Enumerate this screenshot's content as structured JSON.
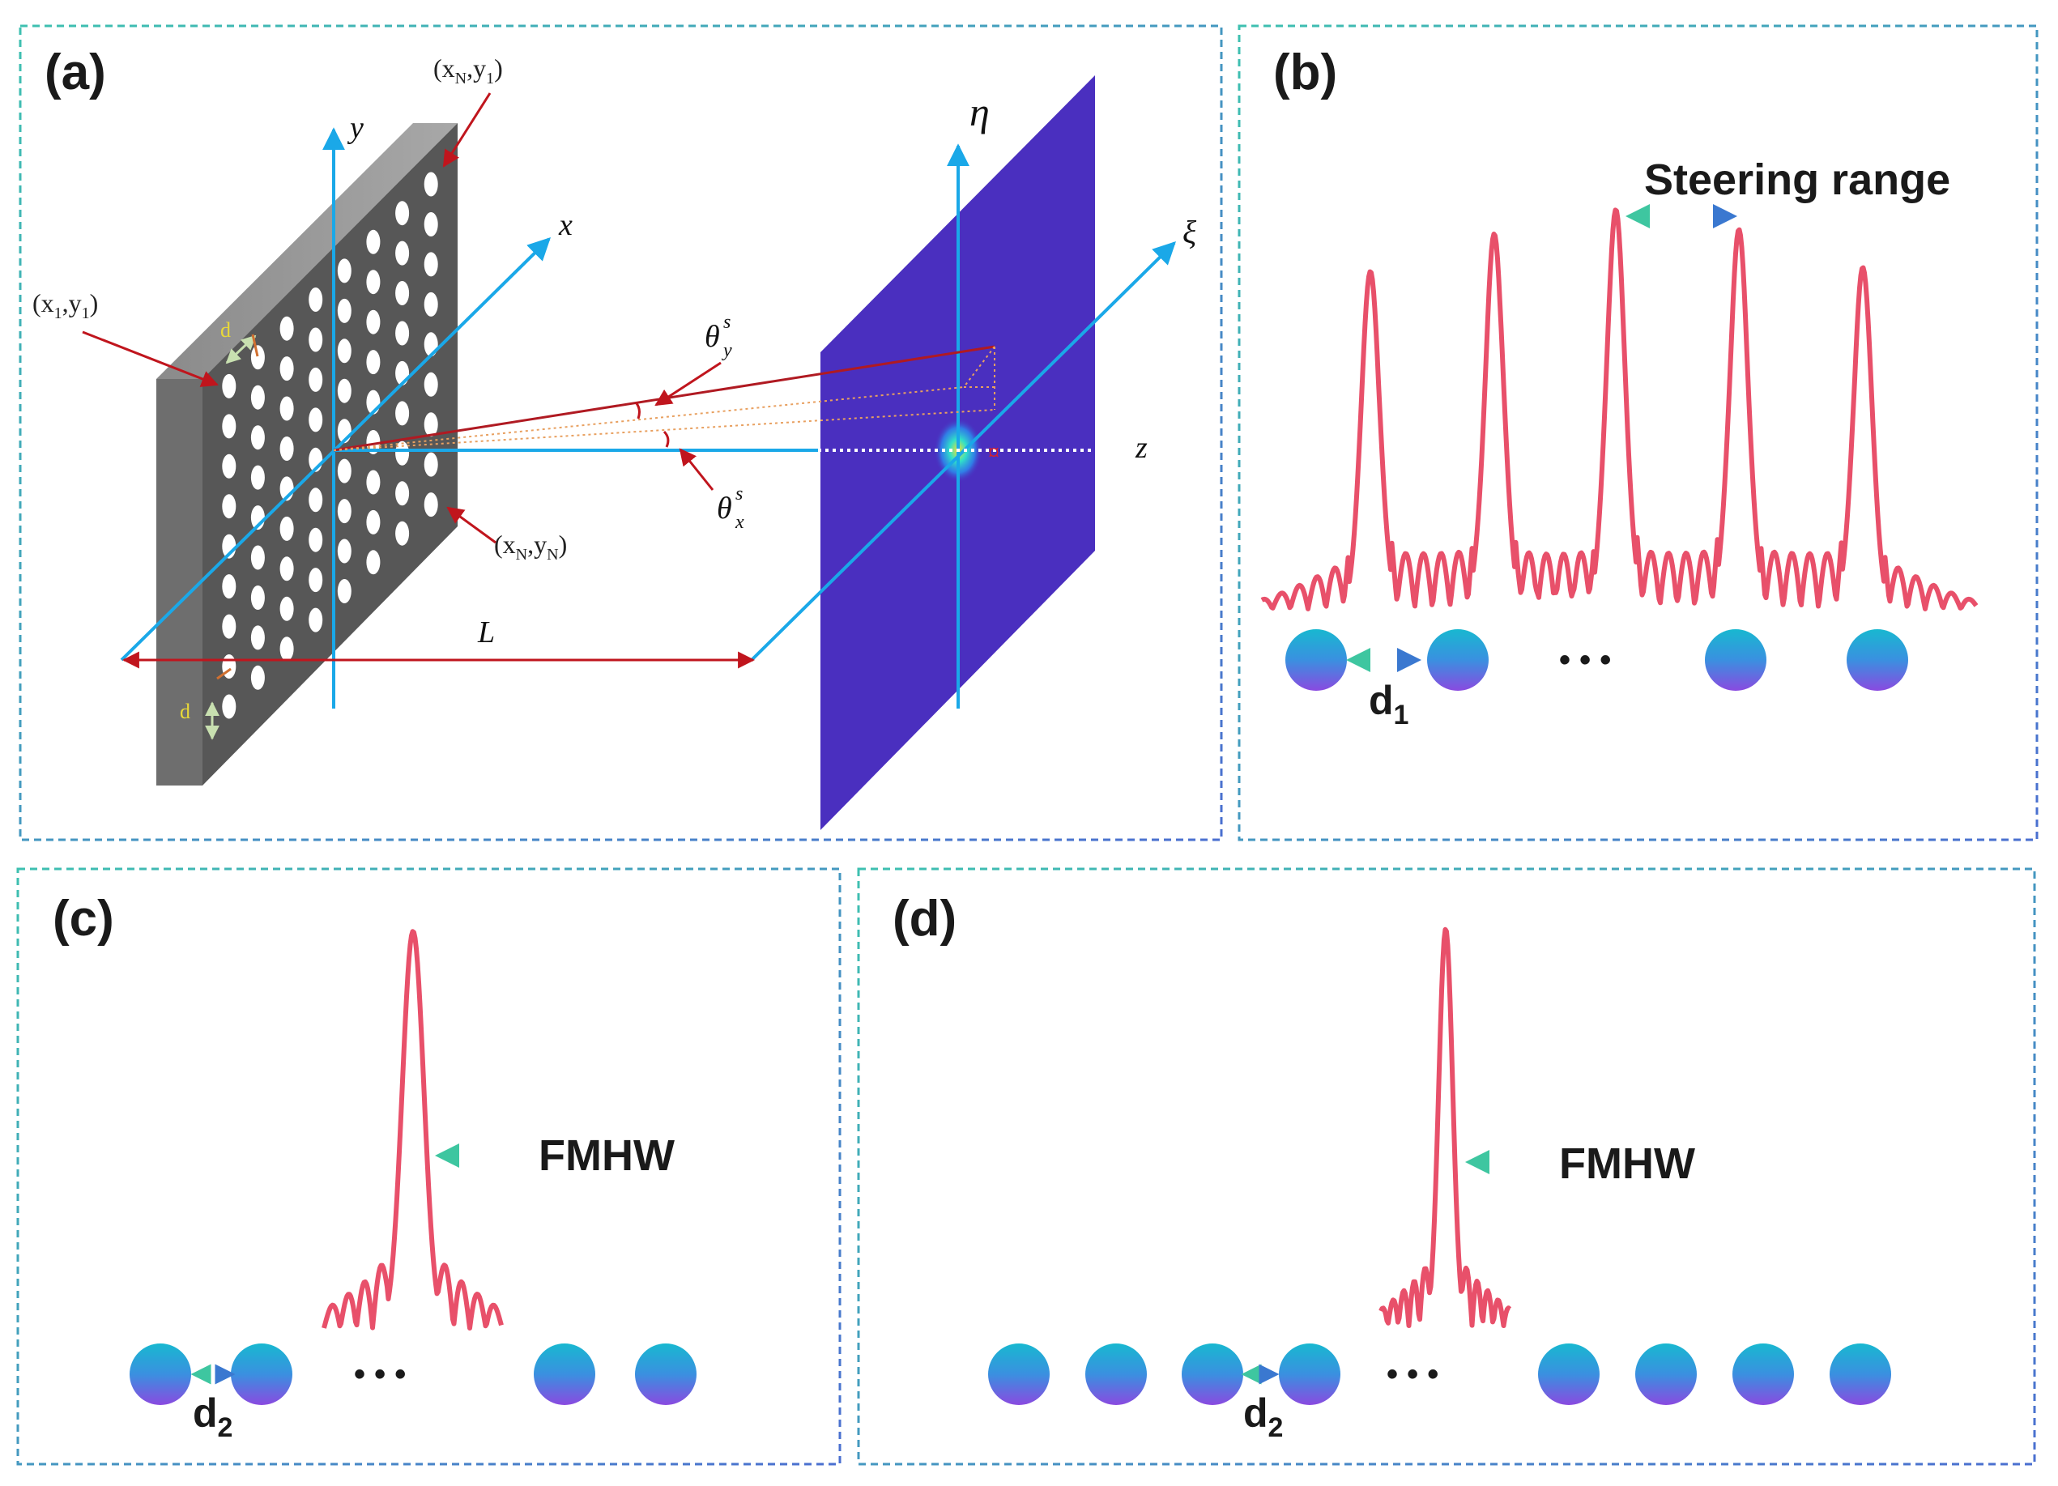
{
  "panels": {
    "a": {
      "label": "(a)",
      "axis_y": "y",
      "axis_x": "x",
      "axis_z": "z",
      "axis_eta": "η",
      "axis_xi": "ξ",
      "distance": "L",
      "pitch_top": "d",
      "pitch_bottom": "d",
      "corner_xN_y1": {
        "base": "(x",
        "s1": "N",
        "mid": ",y",
        "s2": "1",
        "end": ")"
      },
      "corner_x1_y1": {
        "base": "(x",
        "s1": "1",
        "mid": ",y",
        "s2": "1",
        "end": ")"
      },
      "corner_xN_yN": {
        "base": "(x",
        "s1": "N",
        "mid": ",y",
        "s2": "N",
        "end": ")"
      },
      "theta_y": {
        "base": "θ",
        "sup": "s",
        "sub": "y"
      },
      "theta_x": {
        "base": "θ",
        "sup": "s",
        "sub": "x"
      },
      "colors": {
        "plate": "#5a5a5a",
        "screen": "#4a2fbf",
        "axis": "#1aa8e8",
        "arrow": "#c0151d"
      }
    },
    "b": {
      "label": "(b)",
      "steering": "Steering range",
      "spacing": {
        "base": "d",
        "sub": "1"
      },
      "ellipsis": "• • •"
    },
    "c": {
      "label": "(c)",
      "width_label": "FMHW",
      "spacing": {
        "base": "d",
        "sub": "2"
      },
      "ellipsis": "• • •"
    },
    "d": {
      "label": "(d)",
      "width_label": "FMHW",
      "spacing": {
        "base": "d",
        "sub": "2"
      },
      "ellipsis": "• • •"
    }
  },
  "colors": {
    "curve": "#e8506a",
    "frame_top": "#3ec0b0",
    "frame_bottom": "#4a6fd0",
    "dot_top": "#18b8d0",
    "dot_bottom": "#8a4ae0"
  }
}
